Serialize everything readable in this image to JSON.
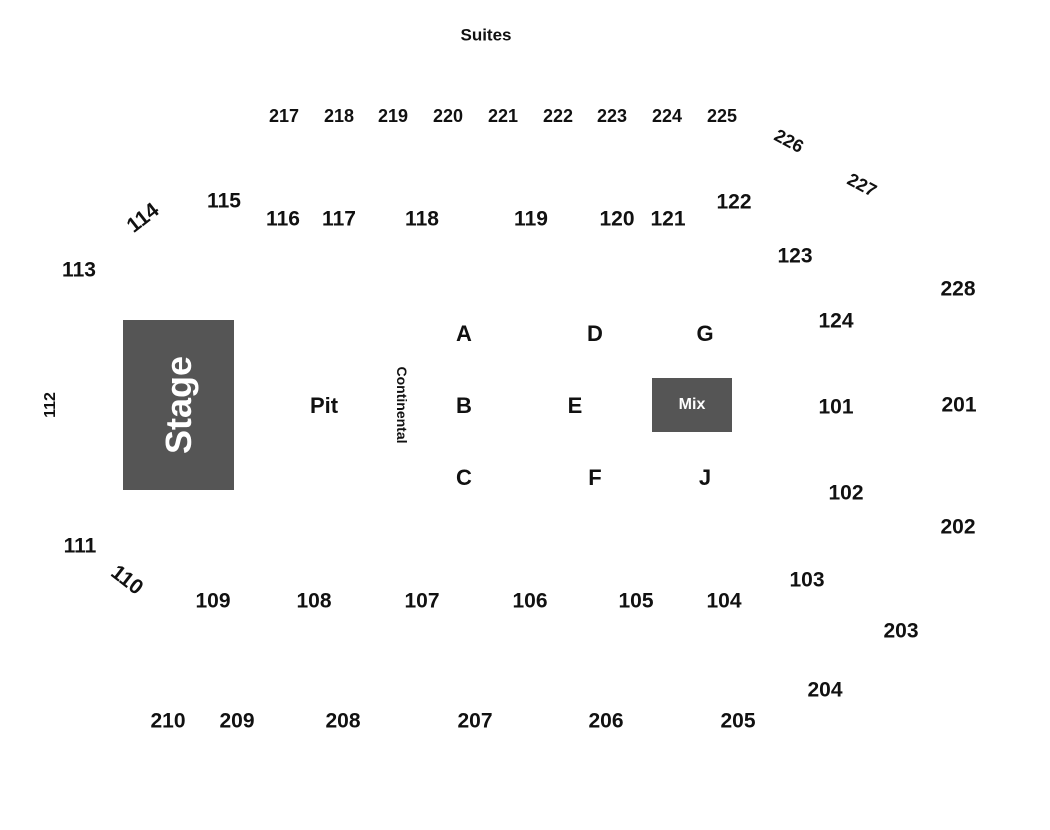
{
  "venue": {
    "suites_label": "Suites",
    "stage_label": "Stage",
    "pit_label": "Pit",
    "continental_label": "Continental",
    "mix_label": "Mix"
  },
  "suites": [
    "217",
    "218",
    "219",
    "220",
    "221",
    "222",
    "223",
    "224",
    "225",
    "226",
    "227"
  ],
  "upper_sections": [
    "228",
    "201",
    "202",
    "203",
    "204",
    "205",
    "206",
    "207",
    "208",
    "209",
    "210"
  ],
  "lower_sections": [
    "101",
    "102",
    "103",
    "104",
    "105",
    "106",
    "107",
    "108",
    "109",
    "110",
    "111",
    "112",
    "113",
    "114",
    "115",
    "116",
    "117",
    "118",
    "119",
    "120",
    "121",
    "122",
    "123",
    "124"
  ],
  "floor_sections": [
    "A",
    "B",
    "C",
    "D",
    "E",
    "F",
    "G",
    "J"
  ],
  "colors": {
    "block_fill": "#555555",
    "text": "#111111",
    "block_text": "#ffffff"
  }
}
